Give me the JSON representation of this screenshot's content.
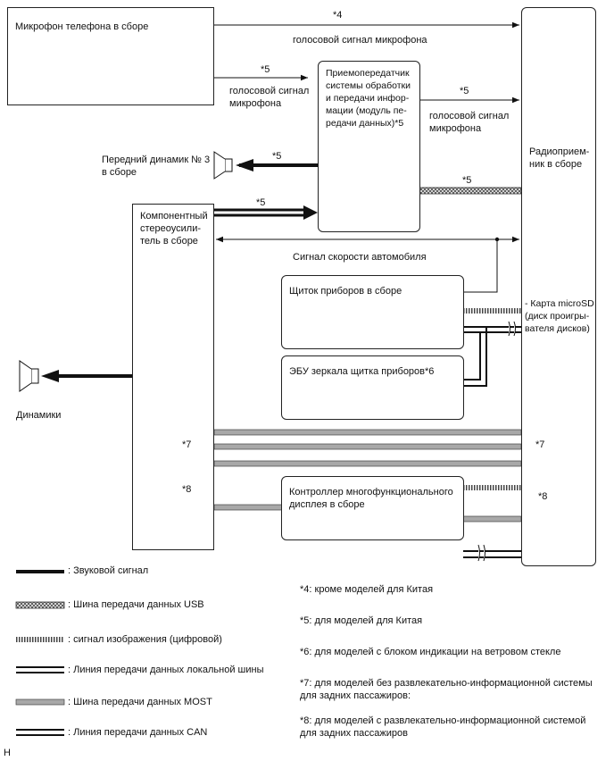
{
  "blocks": {
    "phone_mic": "Микрофон телефона в сборе",
    "transceiver": "Приемопередатчик\nсистемы обработки\nи передачи инфор-\nмации (модуль пе-\nредачи данных)*5",
    "speaker3": "Передний динамик № 3\nв сборе",
    "amplifier": "Компонентный\nстереоусили-\nтель в сборе",
    "radio": "Радиоприем-\nник в сборе",
    "speakers": "Динамики",
    "meter": "Щиток приборов в сборе",
    "mirror_ecu": "ЭБУ зеркала щитка приборов*6",
    "mfd": "Контроллер многофункционального\nдисплея в сборе",
    "microsd": "- Карта microSD\n(диск проигры-\nвателя дисков)"
  },
  "signals": {
    "mic_signal": "голосовой сигнал микрофона",
    "mic_signal_2line": "голосовой сигнал\nмикрофона",
    "vehicle_speed": "Сигнал скорости автомобиля"
  },
  "marks": {
    "n4": "*4",
    "n5": "*5",
    "n7": "*7",
    "n8": "*8"
  },
  "legend": [
    {
      "label": ": Звуковой сигнал",
      "style": "audio"
    },
    {
      "label": ": Шина передачи данных USB",
      "style": "usb"
    },
    {
      "label": ": сигнал изображения (цифровой)",
      "style": "image"
    },
    {
      "label": ": Линия передачи данных локальной шины",
      "style": "local"
    },
    {
      "label": ": Шина передачи данных MOST",
      "style": "most"
    },
    {
      "label": ": Линия передачи данных CAN",
      "style": "can"
    }
  ],
  "notes": [
    "*4: кроме моделей для Китая",
    "*5: для моделей для Китая",
    "*6: для моделей с блоком индикации на ветровом стекле",
    "*7: для моделей без развлекательно-информационной системы\nдля задних пассажиров:",
    "*8: для моделей с развлекательно-информационной системой\nдля задних пассажиров"
  ],
  "corner_mark": "H",
  "colors": {
    "line": "#111111",
    "most_gray": "#9a9a9a",
    "usb_fill": "#888888"
  }
}
